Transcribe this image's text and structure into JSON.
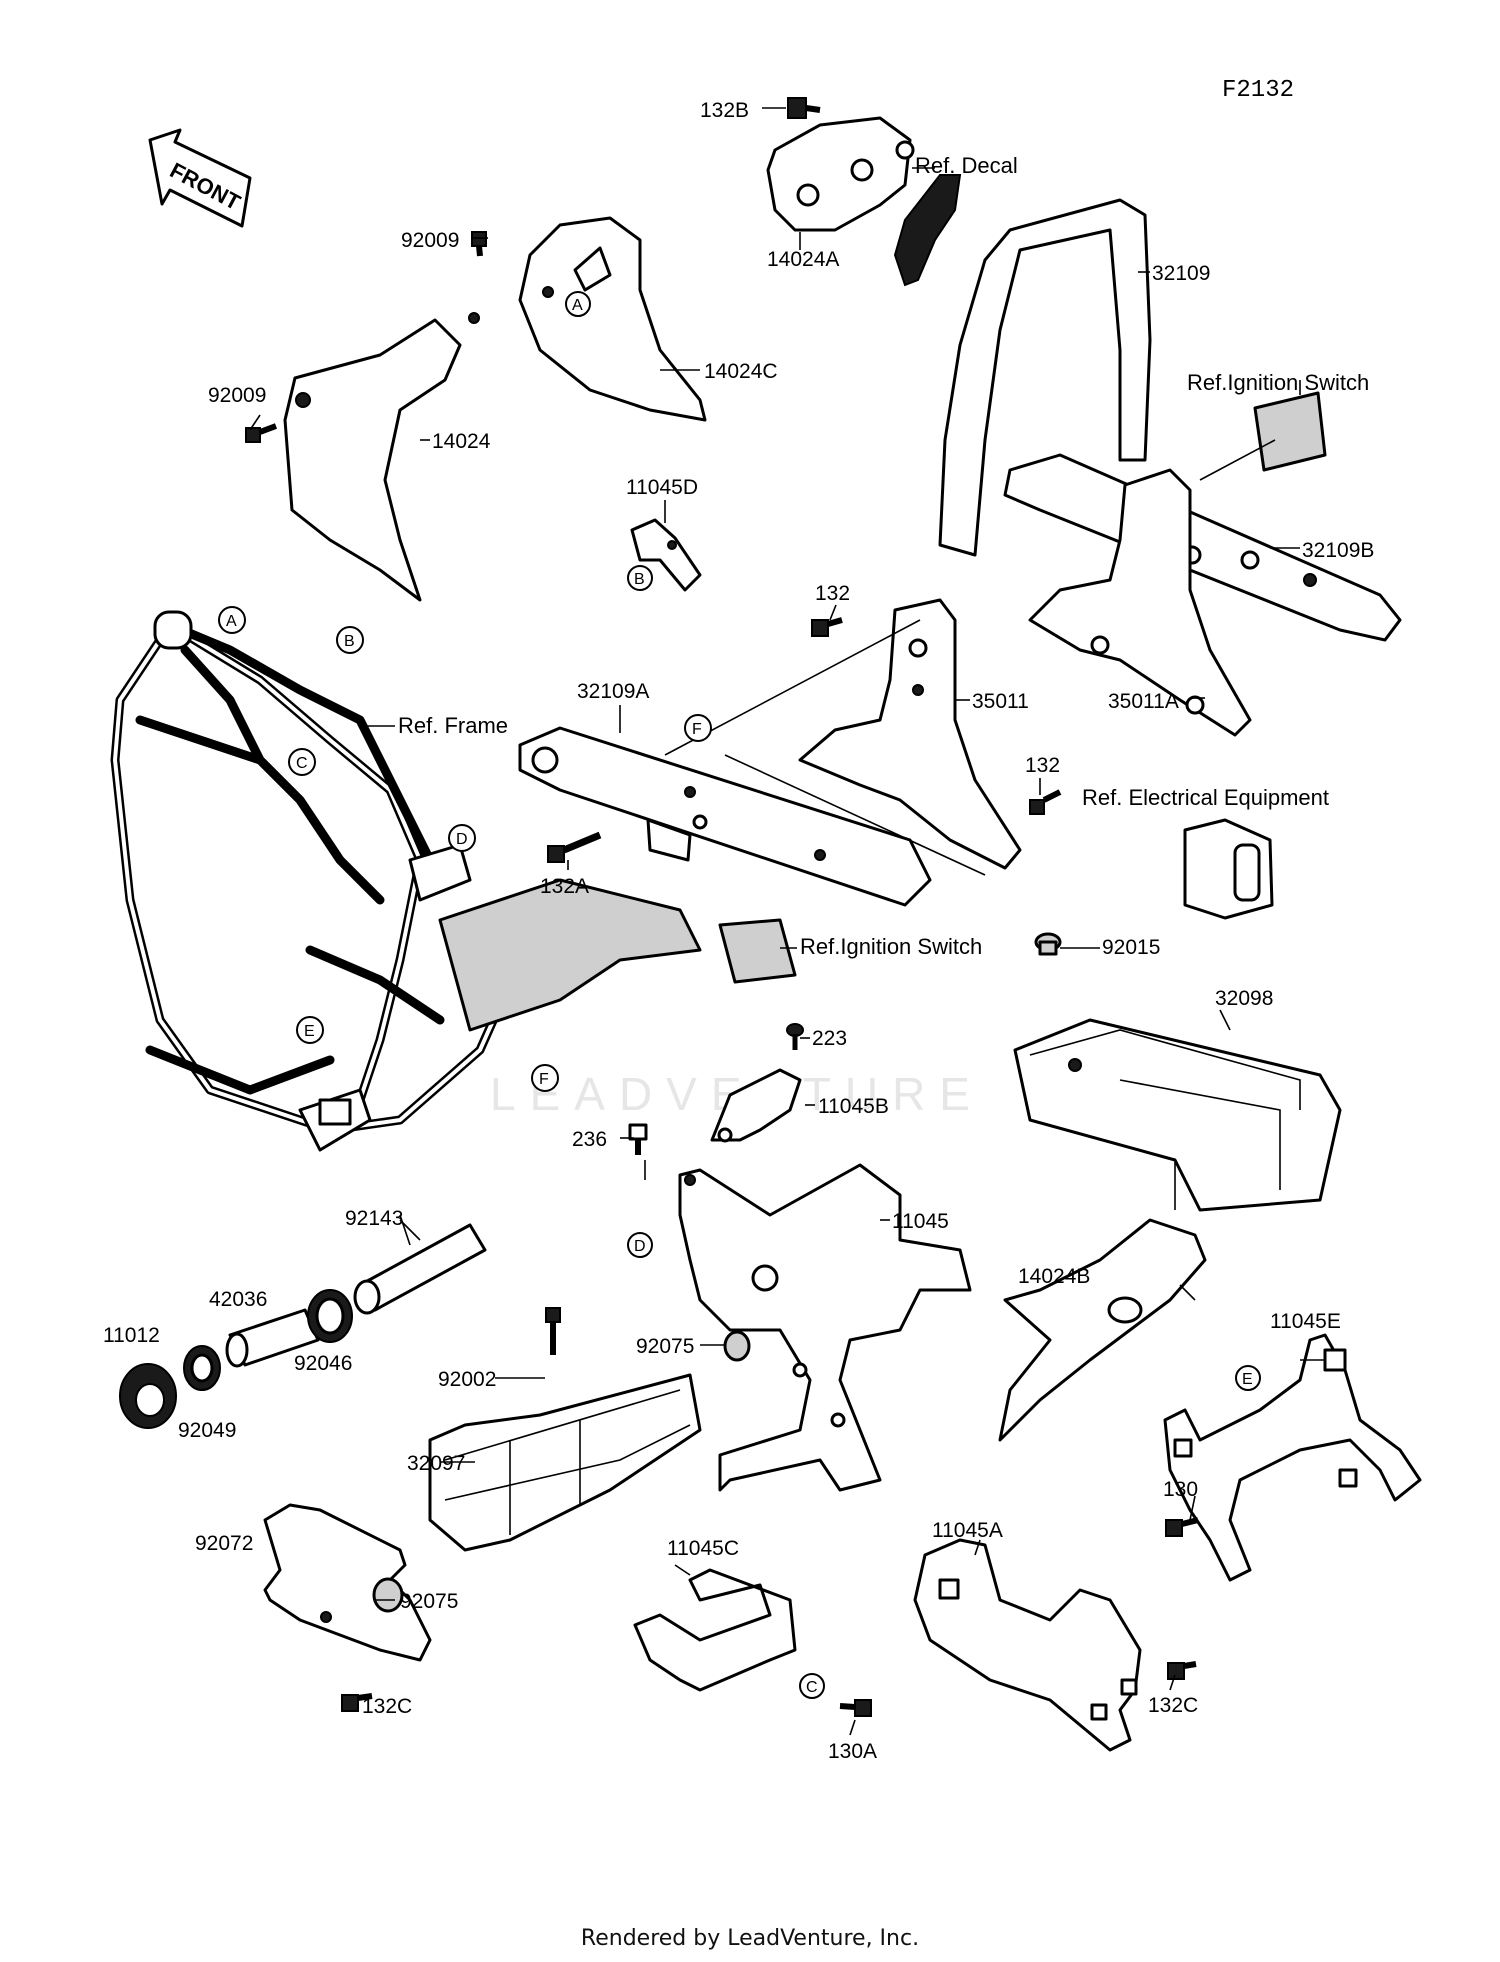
{
  "figure_id": "F2132",
  "front_label": "FRONT",
  "watermark": "LEADVENTURE",
  "footer": "Rendered by LeadVenture, Inc.",
  "part_labels": {
    "p132B": "132B",
    "refDecal": "Ref. Decal",
    "p92009a": "92009",
    "p32109": "32109",
    "p14024A": "14024A",
    "p14024C": "14024C",
    "p92009b": "92009",
    "p14024": "14024",
    "refIgnition1": "Ref.Ignition Switch",
    "p11045D": "11045D",
    "p32109B": "32109B",
    "p132a": "132",
    "p35011": "35011",
    "p35011A": "35011A",
    "p32109A": "32109A",
    "refFrame": "Ref. Frame",
    "p132b": "132",
    "refElectrical": "Ref. Electrical Equipment",
    "p132A": "132A",
    "refIgnition2": "Ref.Ignition Switch",
    "p92015": "92015",
    "p32098": "32098",
    "p223": "223",
    "p11045B": "11045B",
    "p236": "236",
    "p11045": "11045",
    "p92143": "92143",
    "p14024B": "14024B",
    "p42036": "42036",
    "p11012": "11012",
    "p92046": "92046",
    "p92049": "92049",
    "p92002": "92002",
    "p92075a": "92075",
    "p11045E": "11045E",
    "p32097": "32097",
    "p130": "130",
    "p92072": "92072",
    "p92075b": "92075",
    "p11045C": "11045C",
    "p11045A": "11045A",
    "p132Ca": "132C",
    "p132Cb": "132C",
    "p130A": "130A"
  },
  "markers": {
    "a1": "A",
    "a2": "A",
    "b1": "B",
    "b2": "B",
    "c1": "C",
    "c2": "C",
    "d1": "D",
    "d2": "D",
    "e1": "E",
    "e2": "E",
    "f1": "F",
    "f2": "F"
  }
}
